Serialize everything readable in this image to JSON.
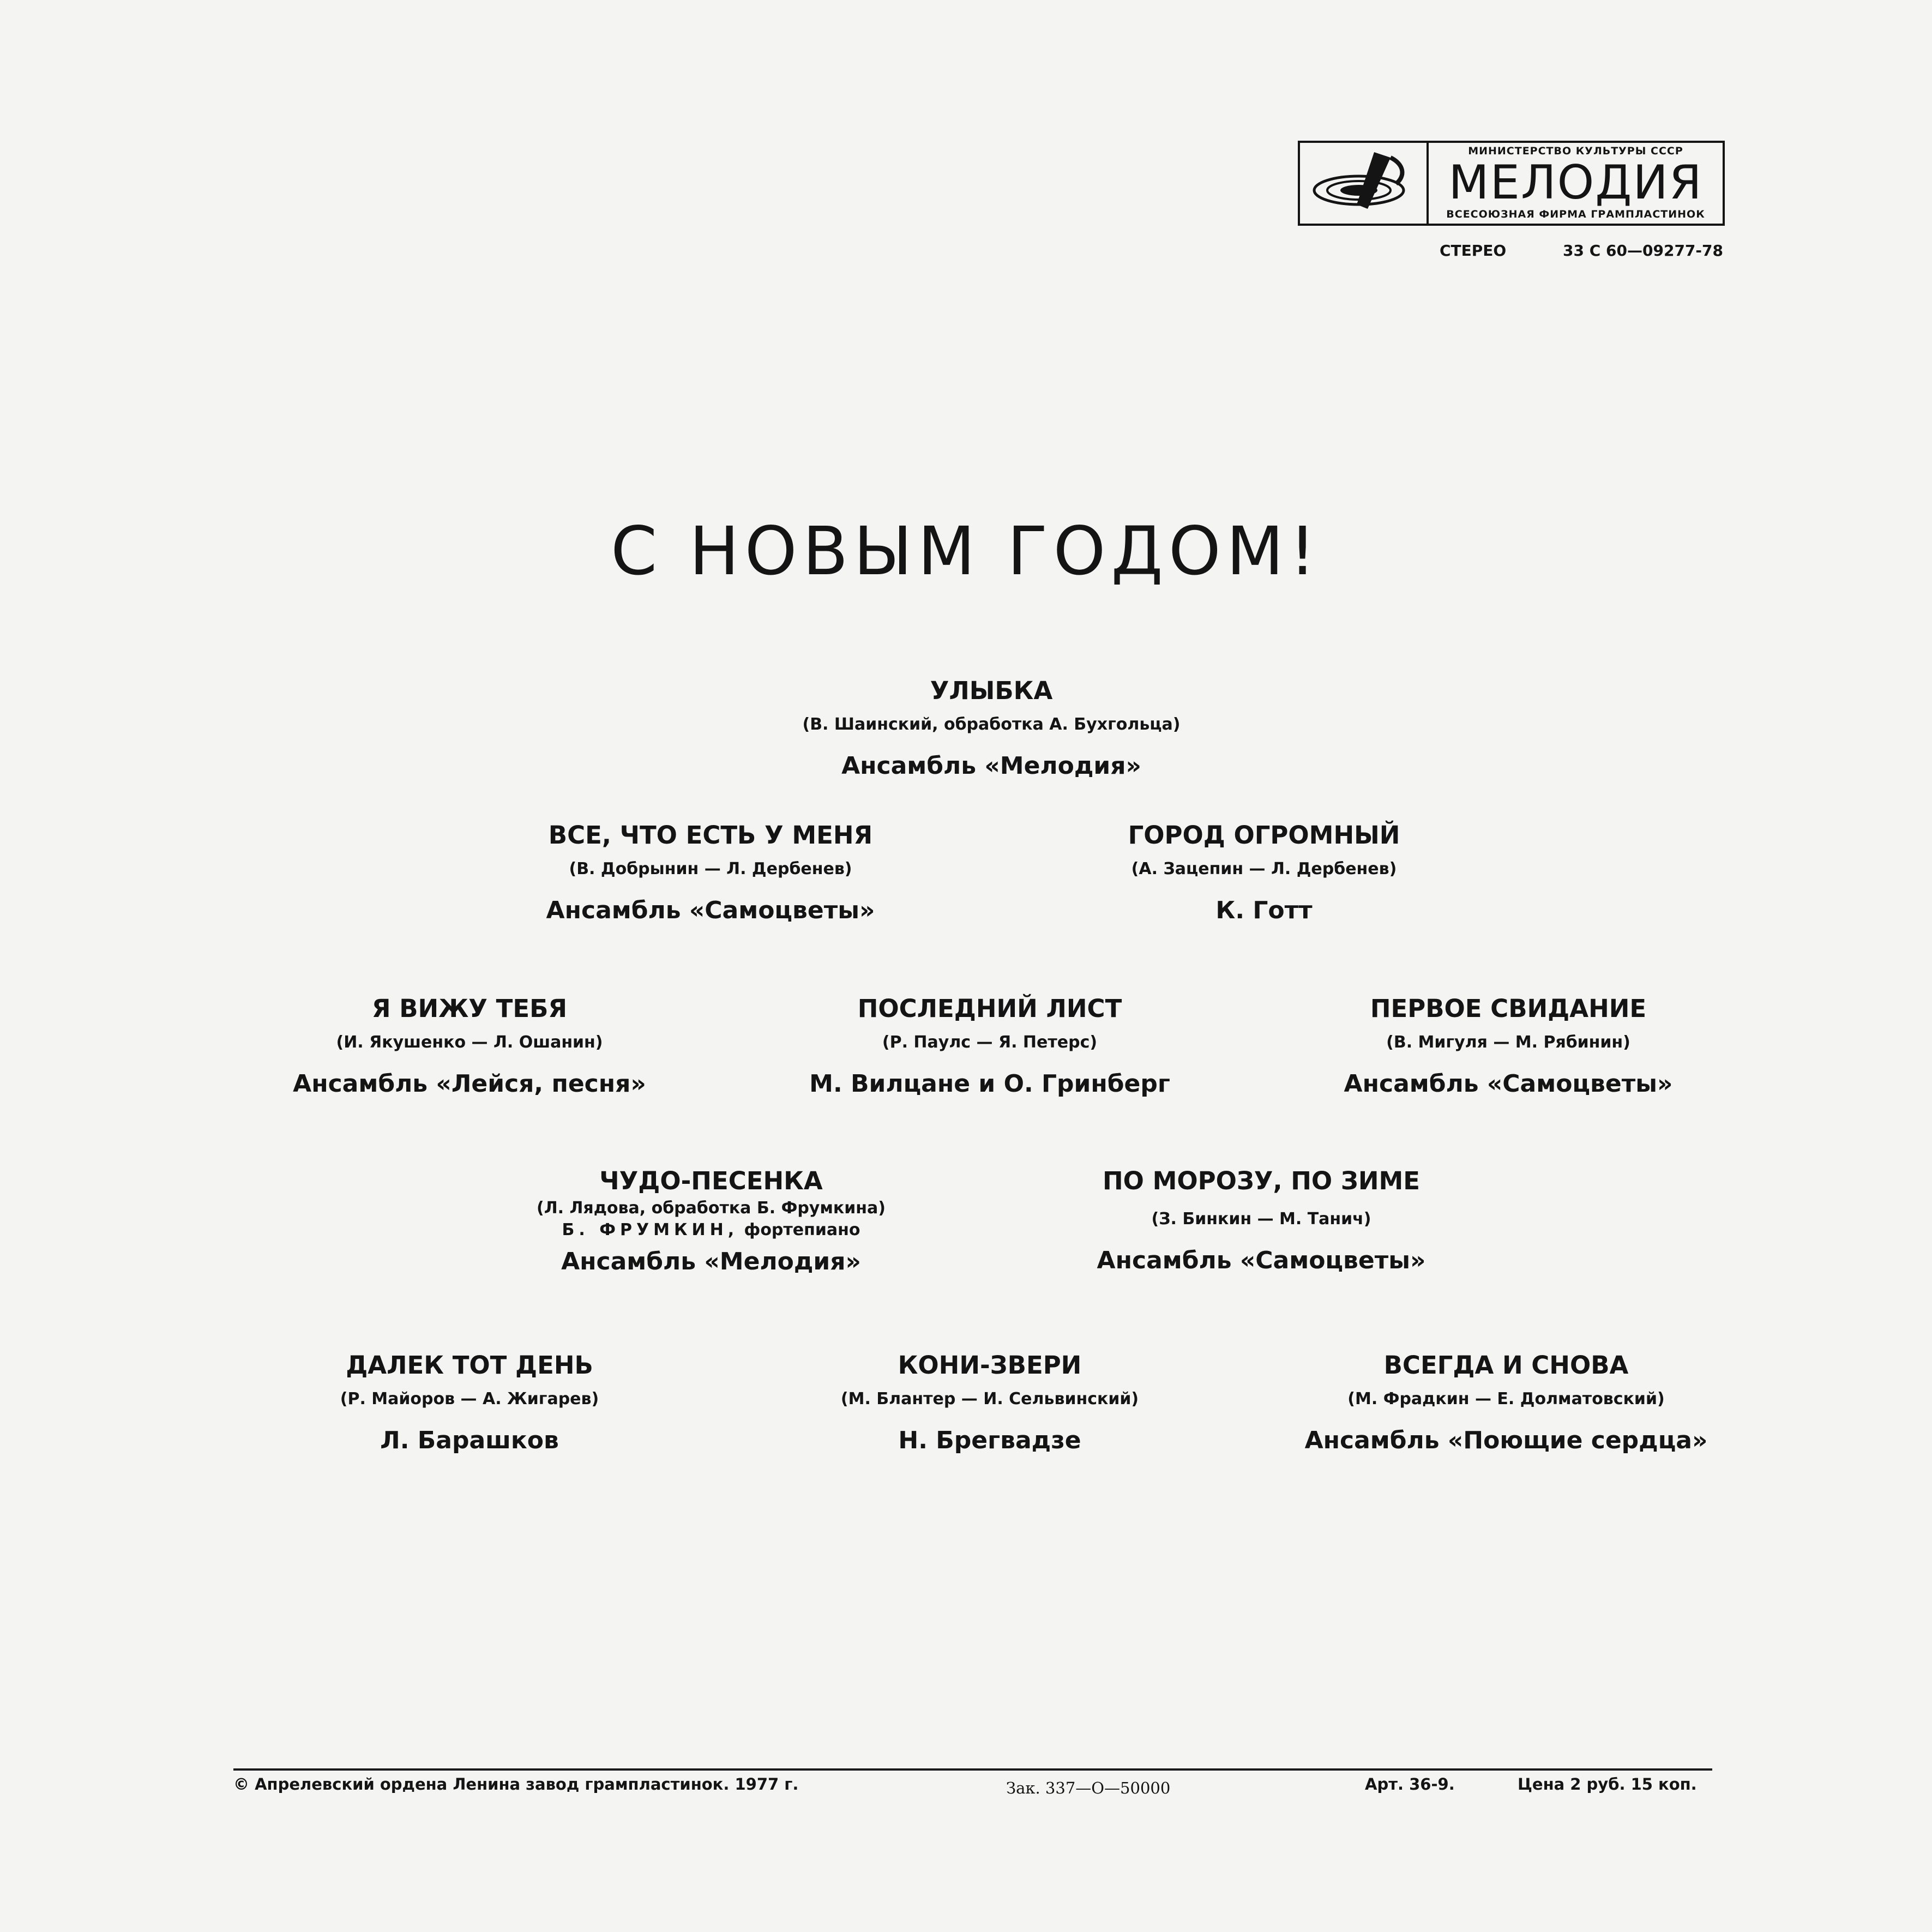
{
  "header": {
    "logo": {
      "ministry": "МИНИСТЕРСТВО КУЛЬТУРЫ СССР",
      "brand": "МЕЛОДИЯ",
      "firm": "ВСЕСОЮЗНАЯ ФИРМА ГРАМПЛАСТИНОК"
    },
    "stereo": "СТЕРЕО",
    "catalog": "33 С 60—09277-78"
  },
  "title": "С НОВЫМ ГОДОМ!",
  "songs": [
    {
      "title": "УЛЫБКА",
      "authors": "(В. Шаинский, обработка А. Бухгольца)",
      "performer": "Ансамбль «Мелодия»"
    },
    {
      "title": "ВСЕ, ЧТО ЕСТЬ У МЕНЯ",
      "authors": "(В. Добрынин — Л. Дербенев)",
      "performer": "Ансамбль «Самоцветы»"
    },
    {
      "title": "ГОРОД ОГРОМНЫЙ",
      "authors": "(А. Зацепин — Л. Дербенев)",
      "performer": "К. Готт"
    },
    {
      "title": "Я ВИЖУ ТЕБЯ",
      "authors": "(И. Якушенко — Л. Ошанин)",
      "performer": "Ансамбль «Лейся, песня»"
    },
    {
      "title": "ПОСЛЕДНИЙ ЛИСТ",
      "authors": "(Р. Паулс — Я. Петерс)",
      "performer": "М. Вилцане и О. Гринберг"
    },
    {
      "title": "ПЕРВОЕ СВИДАНИЕ",
      "authors": "(В. Мигуля — М. Рябинин)",
      "performer": "Ансамбль «Самоцветы»"
    },
    {
      "title": "ЧУДО-ПЕСЕНКА",
      "authors": "(Л. Лядова, обработка Б. Фрумкина)",
      "note_name": "Б. ФРУМКИН,",
      "note_instrument": "фортепиано",
      "performer": "Ансамбль «Мелодия»"
    },
    {
      "title": "ПО МОРОЗУ, ПО ЗИМЕ",
      "authors": "(З. Бинкин — М. Танич)",
      "performer": "Ансамбль «Самоцветы»"
    },
    {
      "title": "ДАЛЕК ТОТ ДЕНЬ",
      "authors": "(Р. Майоров — А. Жигарев)",
      "performer": "Л. Барашков"
    },
    {
      "title": "КОНИ-ЗВЕРИ",
      "authors": "(М. Блантер — И. Сельвинский)",
      "performer": "Н. Брегвадзе"
    },
    {
      "title": "ВСЕГДА И СНОВА",
      "authors": "(М. Фрадкин — Е. Долматовский)",
      "performer": "Ансамбль «Поющие сердца»"
    }
  ],
  "footer": {
    "copyright": "© Апрелевский ордена Ленина завод грампластинок. 1977 г.",
    "order": "Зак. 337—О—50000",
    "article": "Арт. 36-9.",
    "price": "Цена 2 руб. 15 коп."
  },
  "colors": {
    "ink": "#141414",
    "paper": "#f4f4f2"
  }
}
